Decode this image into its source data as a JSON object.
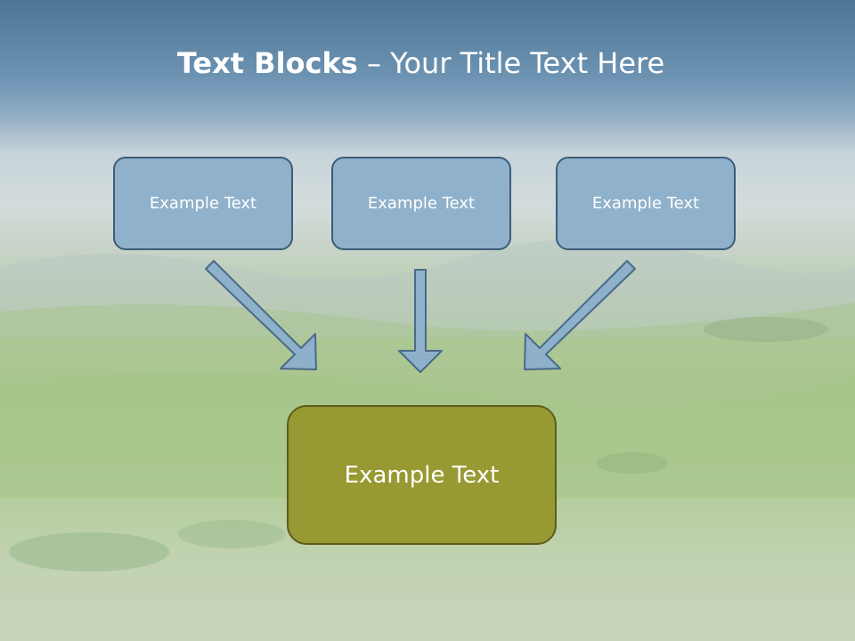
{
  "slide": {
    "title_bold": "Text Blocks",
    "title_rest": " – Your Title Text Here",
    "top_boxes": [
      {
        "label": "Example Text"
      },
      {
        "label": "Example Text"
      },
      {
        "label": "Example Text"
      }
    ],
    "bottom_box": {
      "label": "Example Text"
    }
  },
  "colors": {
    "top_box_fill": "#8fb1cb",
    "top_box_border": "#3e5c78",
    "bottom_box_fill": "#979a33",
    "arrow_fill": "#8eb0cb",
    "arrow_stroke": "#4a6a88"
  }
}
